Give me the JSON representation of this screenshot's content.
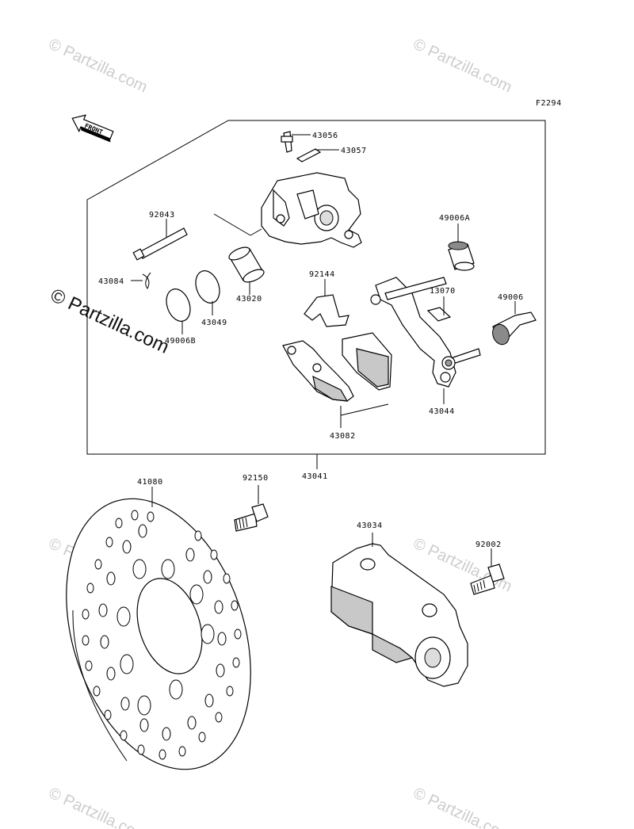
{
  "diagram_code": "F2294",
  "front_label": "FRONT",
  "watermark_text": "© Partzilla.com",
  "parts": {
    "p43056": "43056",
    "p43057": "43057",
    "p92043": "92043",
    "p49006a": "49006A",
    "p43084": "43084",
    "p92144": "92144",
    "p13070": "13070",
    "p49006": "49006",
    "p43020": "43020",
    "p43049": "43049",
    "p49006b": "49006B",
    "p43044": "43044",
    "p43082": "43082",
    "p43041": "43041",
    "p41080": "41080",
    "p92150": "92150",
    "p43034": "43034",
    "p92002": "92002"
  },
  "colors": {
    "line": "#000000",
    "watermark": "#cccccc",
    "shade": "#c8c8c8"
  }
}
